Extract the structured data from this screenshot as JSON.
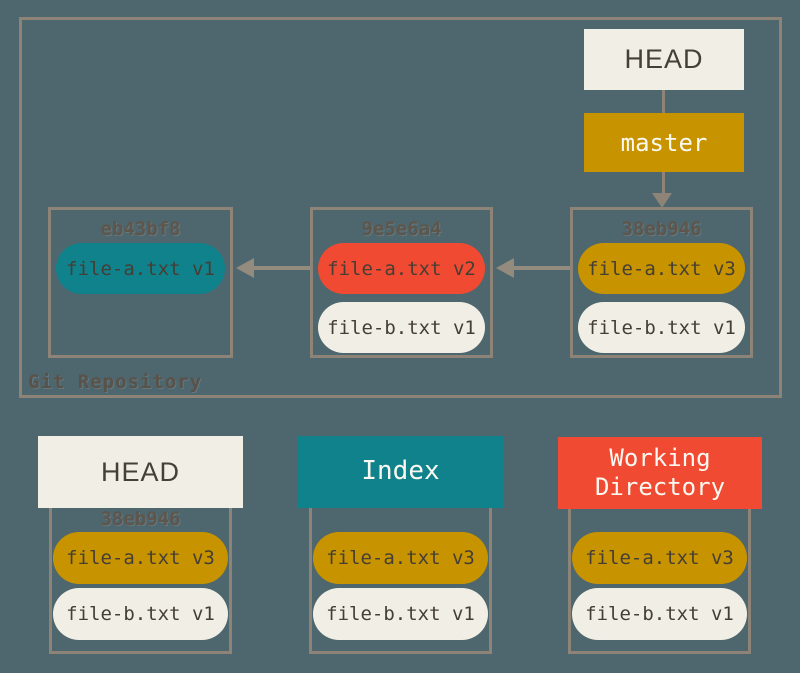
{
  "colors": {
    "background": "#4E666D",
    "box_border": "#8D8376",
    "arrow": "#938B7D",
    "cream": "#F1EFE5",
    "teal": "#0F828C",
    "gold": "#C79400",
    "red": "#F04B32",
    "dark_text": "#453E35",
    "hash_text": "#5E564C",
    "light_text": "#FAF8F0"
  },
  "repository": {
    "label": "Git Repository",
    "head": {
      "label": "HEAD"
    },
    "branch": {
      "label": "master"
    },
    "commits": [
      {
        "id": "eb43bf8",
        "files": [
          {
            "label": "file-a.txt v1",
            "color": "teal"
          }
        ]
      },
      {
        "id": "9e5e6a4",
        "files": [
          {
            "label": "file-a.txt v2",
            "color": "red"
          },
          {
            "label": "file-b.txt v1",
            "color": "cream"
          }
        ]
      },
      {
        "id": "38eb946",
        "files": [
          {
            "label": "file-a.txt v3",
            "color": "gold"
          },
          {
            "label": "file-b.txt v1",
            "color": "cream"
          }
        ]
      }
    ]
  },
  "areas": [
    {
      "title": "HEAD",
      "header_color": "cream",
      "commit_id": "38eb946",
      "files": [
        {
          "label": "file-a.txt v3",
          "color": "gold"
        },
        {
          "label": "file-b.txt v1",
          "color": "cream"
        }
      ]
    },
    {
      "title": "Index",
      "header_color": "teal",
      "commit_id": "",
      "files": [
        {
          "label": "file-a.txt v3",
          "color": "gold"
        },
        {
          "label": "file-b.txt v1",
          "color": "cream"
        }
      ]
    },
    {
      "title": "Working Directory",
      "header_color": "red",
      "commit_id": "",
      "files": [
        {
          "label": "file-a.txt v3",
          "color": "gold"
        },
        {
          "label": "file-b.txt v1",
          "color": "cream"
        }
      ]
    }
  ]
}
